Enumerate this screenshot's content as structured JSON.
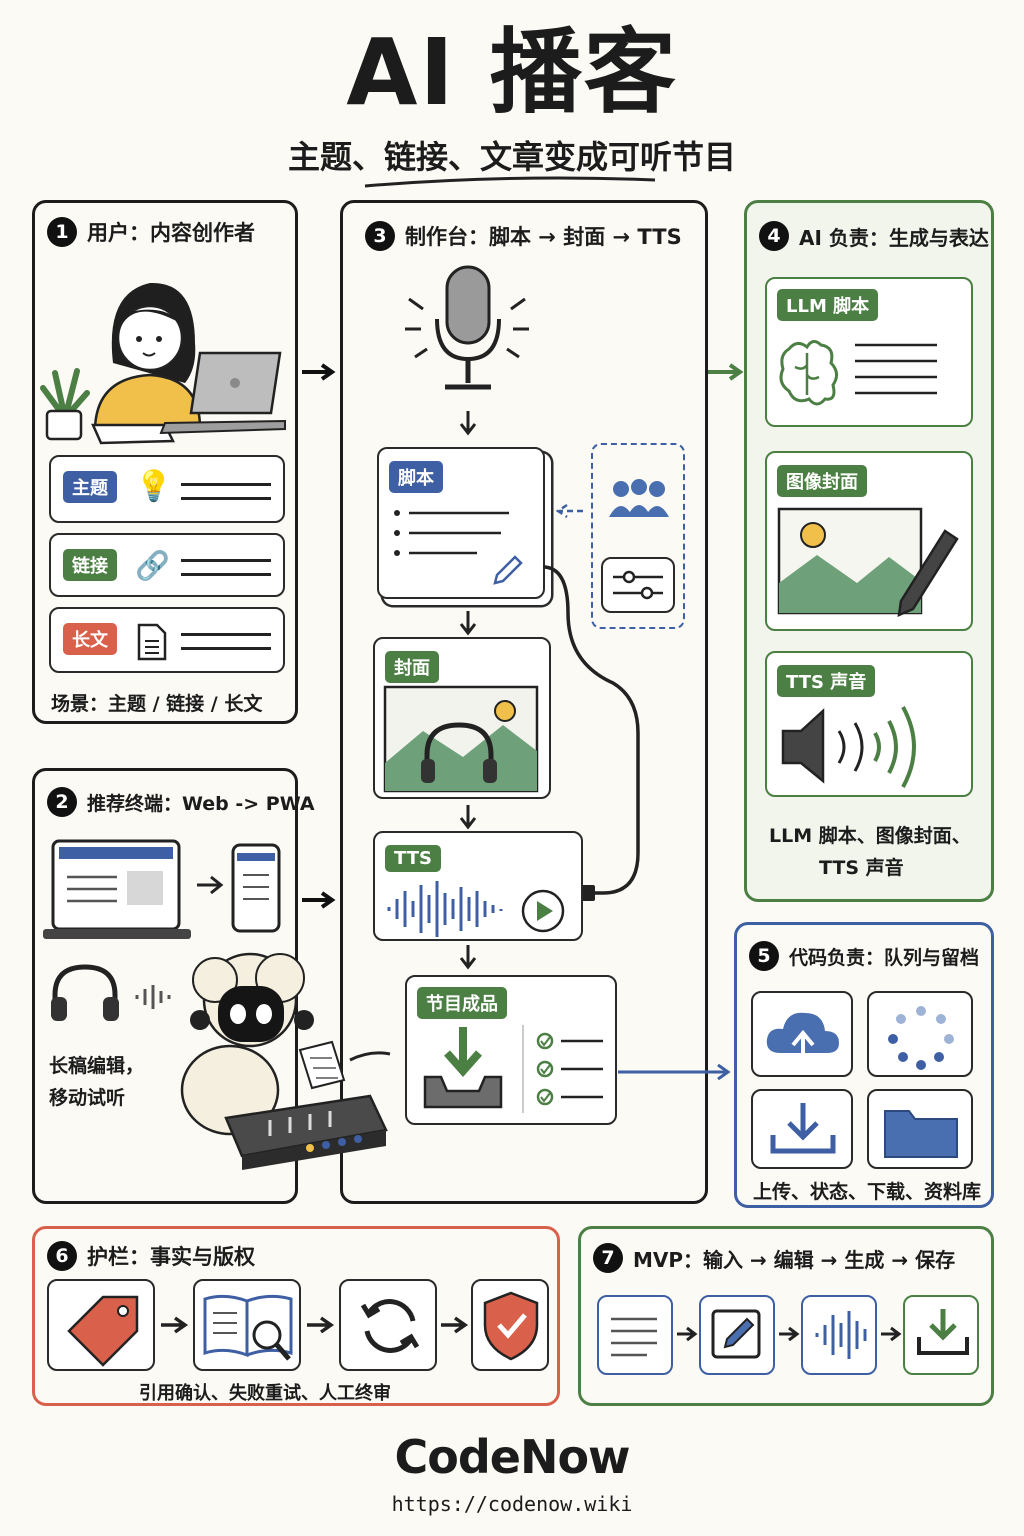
{
  "header": {
    "title": "AI 播客",
    "subtitle": "主题、链接、文章变成可听节目"
  },
  "panel1": {
    "num": "1",
    "title": "用户：内容创作者",
    "items": [
      {
        "tag": "主题"
      },
      {
        "tag": "链接"
      },
      {
        "tag": "长文"
      }
    ],
    "caption": "场景：主题 / 链接 / 长文"
  },
  "panel2": {
    "num": "2",
    "title": "推荐终端：Web -> PWA",
    "caption_line1": "长稿编辑，",
    "caption_line2": "移动试听"
  },
  "panel3": {
    "num": "3",
    "title": "制作台：脚本 → 封面 → TTS",
    "script": "脚本",
    "cover": "封面",
    "tts": "TTS",
    "product": "节目成品"
  },
  "panel4": {
    "num": "4",
    "title": "AI 负责：生成与表达",
    "llm": "LLM 脚本",
    "image": "图像封面",
    "voice": "TTS 声音",
    "caption_line1": "LLM 脚本、图像封面、",
    "caption_line2": "TTS 声音"
  },
  "panel5": {
    "num": "5",
    "title": "代码负责：队列与留档",
    "caption": "上传、状态、下载、资料库"
  },
  "panel6": {
    "num": "6",
    "title": "护栏：事实与版权",
    "caption": "引用确认、失败重试、人工终审"
  },
  "panel7": {
    "num": "7",
    "title": "MVP：输入 → 编辑 → 生成 → 保存"
  },
  "footer": {
    "brand": "CodeNow",
    "url": "https://codenow.wiki"
  },
  "colors": {
    "blue": "#3e5fa3",
    "green": "#4c7f43",
    "red": "#d9604a",
    "ink": "#1c1c1c"
  }
}
